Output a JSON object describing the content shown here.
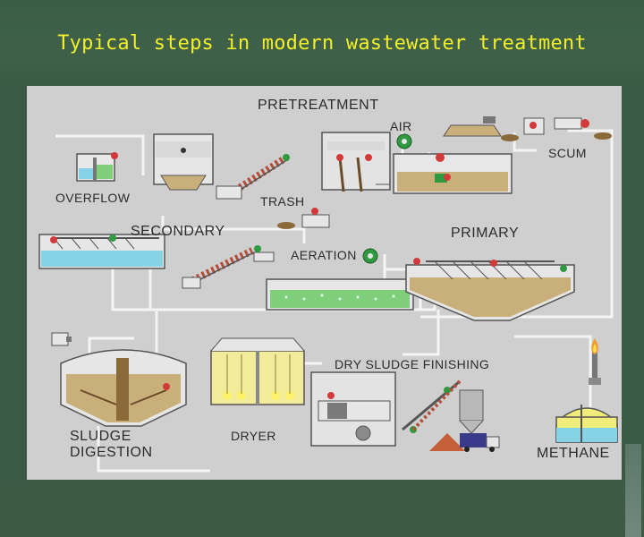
{
  "title": "Typical steps in modern wastewater treatment",
  "labels": {
    "pretreatment": "PRETREATMENT",
    "air": "AIR",
    "scum": "SCUM",
    "overflow": "OVERFLOW",
    "trash": "TRASH",
    "secondary": "SECONDARY",
    "primary": "PRIMARY",
    "aeration": "AERATION",
    "dry_sludge_finishing": "DRY SLUDGE FINISHING",
    "sludge": "SLUDGE",
    "digestion": "DIGESTION",
    "dryer": "DRYER",
    "methane": "METHANE"
  },
  "colors": {
    "board": "#3c5a44",
    "title": "#f3ef2a",
    "diagram_bg": "#cfcfcf",
    "water_green": "#7fcf7a",
    "water_blue": "#86d3e6",
    "sludge_brown": "#c9b07a",
    "pipe": "#f3f3f3",
    "valve_red": "#d23a3a"
  }
}
